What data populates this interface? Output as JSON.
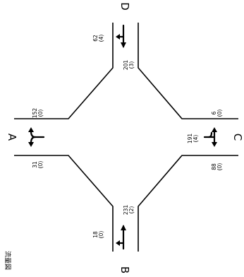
{
  "title_vertical": "流量図",
  "approaches": [
    {
      "id": "A",
      "label": "A",
      "counts": [
        {
          "value": "152",
          "sub": "(0)"
        },
        {
          "value": "31",
          "sub": "(0)"
        }
      ]
    },
    {
      "id": "B",
      "label": "B",
      "counts": [
        {
          "value": "18",
          "sub": "(0)"
        },
        {
          "value": "231",
          "sub": "(2)"
        }
      ]
    },
    {
      "id": "C",
      "label": "C",
      "counts": [
        {
          "value": "6",
          "sub": "(0)"
        },
        {
          "value": "191",
          "sub": "(4)"
        },
        {
          "value": "88",
          "sub": "(0)"
        }
      ]
    },
    {
      "id": "D",
      "label": "D",
      "counts": [
        {
          "value": "62",
          "sub": "(4)"
        },
        {
          "value": "201",
          "sub": "(3)"
        }
      ]
    }
  ]
}
